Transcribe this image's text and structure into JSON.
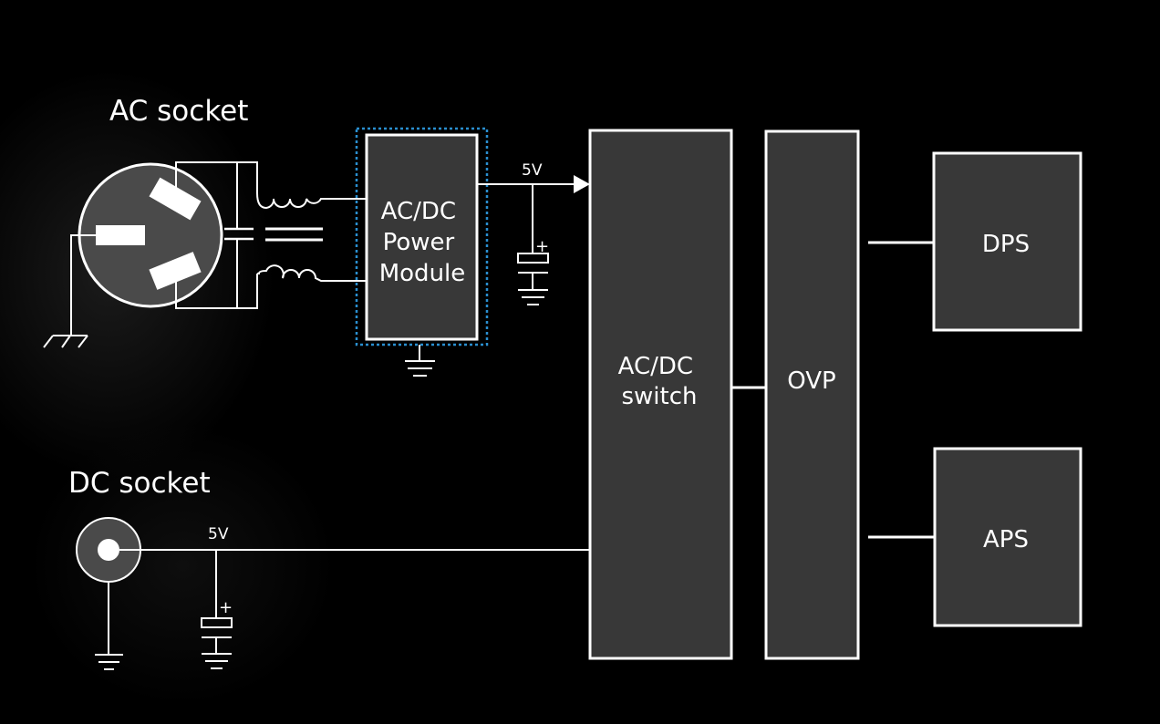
{
  "colors": {
    "background": "#000000",
    "block_fill": "#383838",
    "line": "#ffffff",
    "highlight_dash": "#2a8fd0",
    "socket_fill": "#4a4a4a"
  },
  "ac_socket": {
    "title": "AC socket",
    "voltage_label": "5V"
  },
  "dc_socket": {
    "title": "DC socket",
    "voltage_label": "5V"
  },
  "blocks": {
    "power_module": {
      "lines": [
        "AC/DC",
        "Power",
        "Module"
      ]
    },
    "switch": {
      "lines": [
        "AC/DC",
        "switch"
      ]
    },
    "ovp": {
      "lines": [
        "OVP"
      ]
    },
    "dps": {
      "lines": [
        "DPS"
      ]
    },
    "aps": {
      "lines": [
        "APS"
      ]
    }
  },
  "capacitor_polarity": "+"
}
